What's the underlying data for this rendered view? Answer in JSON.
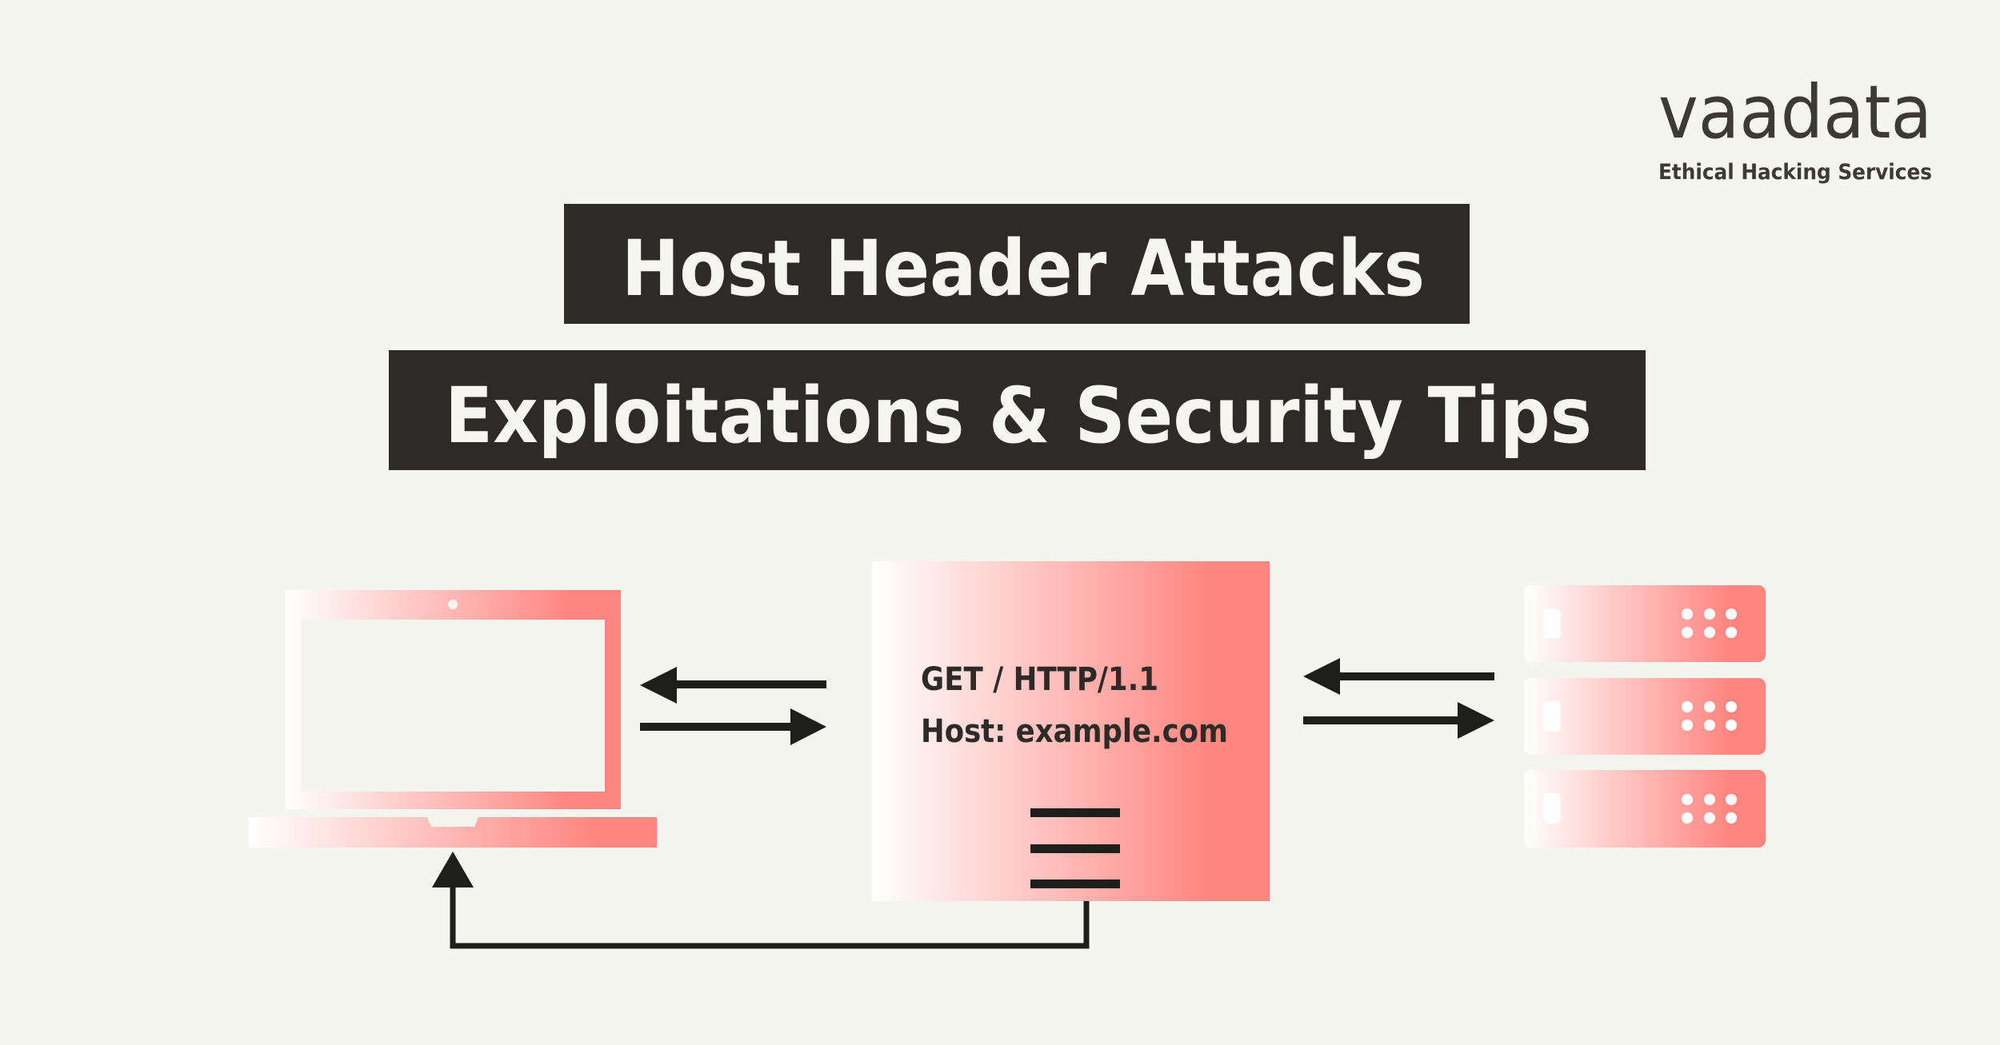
{
  "logo": {
    "brand": "vaadata",
    "tagline": "Ethical Hacking Services"
  },
  "title": {
    "line1": "Host Header Attacks",
    "line2": "Exploitations & Security Tips"
  },
  "request": {
    "line1": "GET / HTTP/1.1",
    "line2": "Host: example.com"
  },
  "icons": {
    "client": "laptop-icon",
    "request": "document-icon",
    "server": "server-stack-icon"
  },
  "colors": {
    "background": "#f3f5ee",
    "dark": "#2d2a27",
    "accent": "#ff8580",
    "gradient_start": "#ffffff"
  }
}
